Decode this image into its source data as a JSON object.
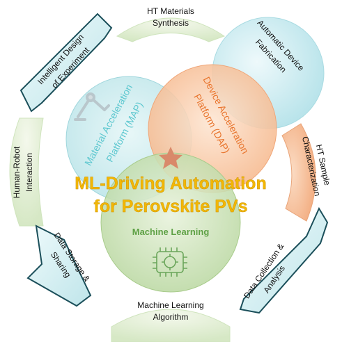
{
  "center": {
    "title_line1": "ML-Driving Automation",
    "title_line2": "for Perovskite PVs"
  },
  "circles": {
    "map": {
      "line1": "Material Acceleration",
      "line2": "Platform (MAP)",
      "color": "#5cc7cf"
    },
    "dap": {
      "line1": "Device Acceleration",
      "line2": "Platform (DAP)",
      "color": "#e8742c"
    },
    "ml": {
      "label": "Machine Learning",
      "color": "#5fa146"
    }
  },
  "segments": {
    "ht_materials_synthesis": {
      "line1": "HT Materials",
      "line2": "Synthesis"
    },
    "automatic_device_fabrication": {
      "line1": "Automatic Device",
      "line2": "Fabrication"
    },
    "ht_sample_characterization": {
      "line1": "HT Sample",
      "line2": "Characterization"
    },
    "data_collection_analysis": {
      "line1": "Data Collection &",
      "line2": "Analysis"
    },
    "machine_learning_algorithm": {
      "line1": "Machine Learning",
      "line2": "Algorithm"
    },
    "data_storage_sharing": {
      "line1": "Data Storage &",
      "line2": "Sharing"
    },
    "human_robot_interaction": {
      "line1": "Human-Robot",
      "line2": "Interaction"
    },
    "intelligent_design": {
      "line1": "Intelligent Design",
      "line2": "of Experiment"
    }
  },
  "colors": {
    "title": "#f2b705",
    "arrow_fill": "#dff3f4",
    "arrow_stroke": "#1b4f5a",
    "star": "#d9896a"
  }
}
